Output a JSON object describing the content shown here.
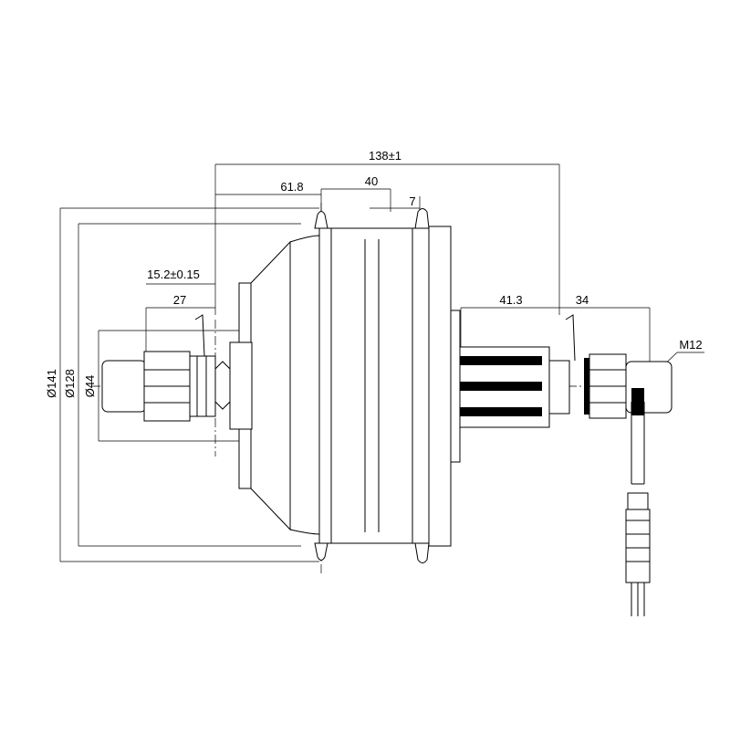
{
  "dimensions": {
    "overall_width": "138±1",
    "flange_offset": "61.8",
    "center_offset": "40",
    "rim_offset": "7",
    "left_axle_step": "15.2±0.15",
    "left_axle_length": "27",
    "right_axle_length": "41.3",
    "right_axle_tail": "34",
    "diameter_outer": "Ø141",
    "diameter_rim": "Ø128",
    "diameter_axle": "Ø44",
    "thread": "M12"
  },
  "icons": {
    "hub_motor": "hub-motor-drawing",
    "cable_connector": "cable-connector-icon"
  }
}
